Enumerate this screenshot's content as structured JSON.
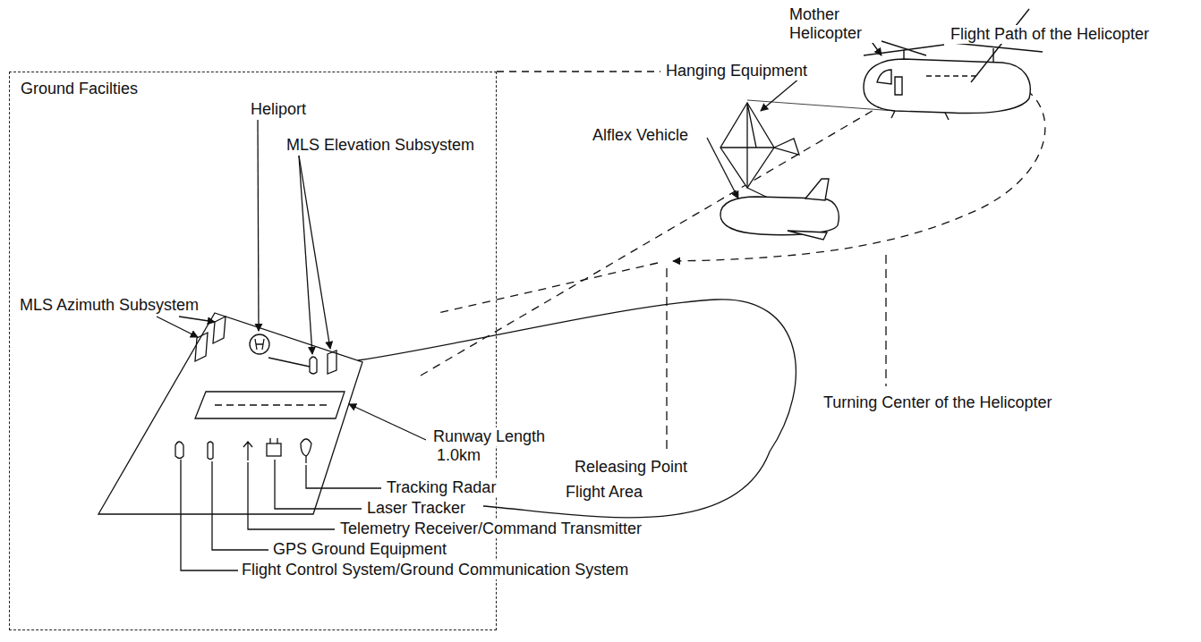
{
  "diagram": {
    "nodes": [
      {
        "text": [
          "Ground Facilties"
        ]
      }
    ],
    "labels": [
      "Mother Helicopter",
      "Flight Path of the Helicopter",
      "Hanging Equipment",
      "Alflex Vehicle",
      "Heliport",
      "MLS Elevation Subsystem",
      "MLS Azimuth Subsystem",
      "Turning Center of the Helicopter",
      "Releasing Point",
      "Runway Length",
      "1.0km",
      "Flight Area",
      "Tracking Radar",
      "Laser Tracker",
      "Telemetry Receiver/Command Transmitter",
      "GPS Ground Equipment",
      "Flight Control System/Ground Communication System"
    ]
  }
}
